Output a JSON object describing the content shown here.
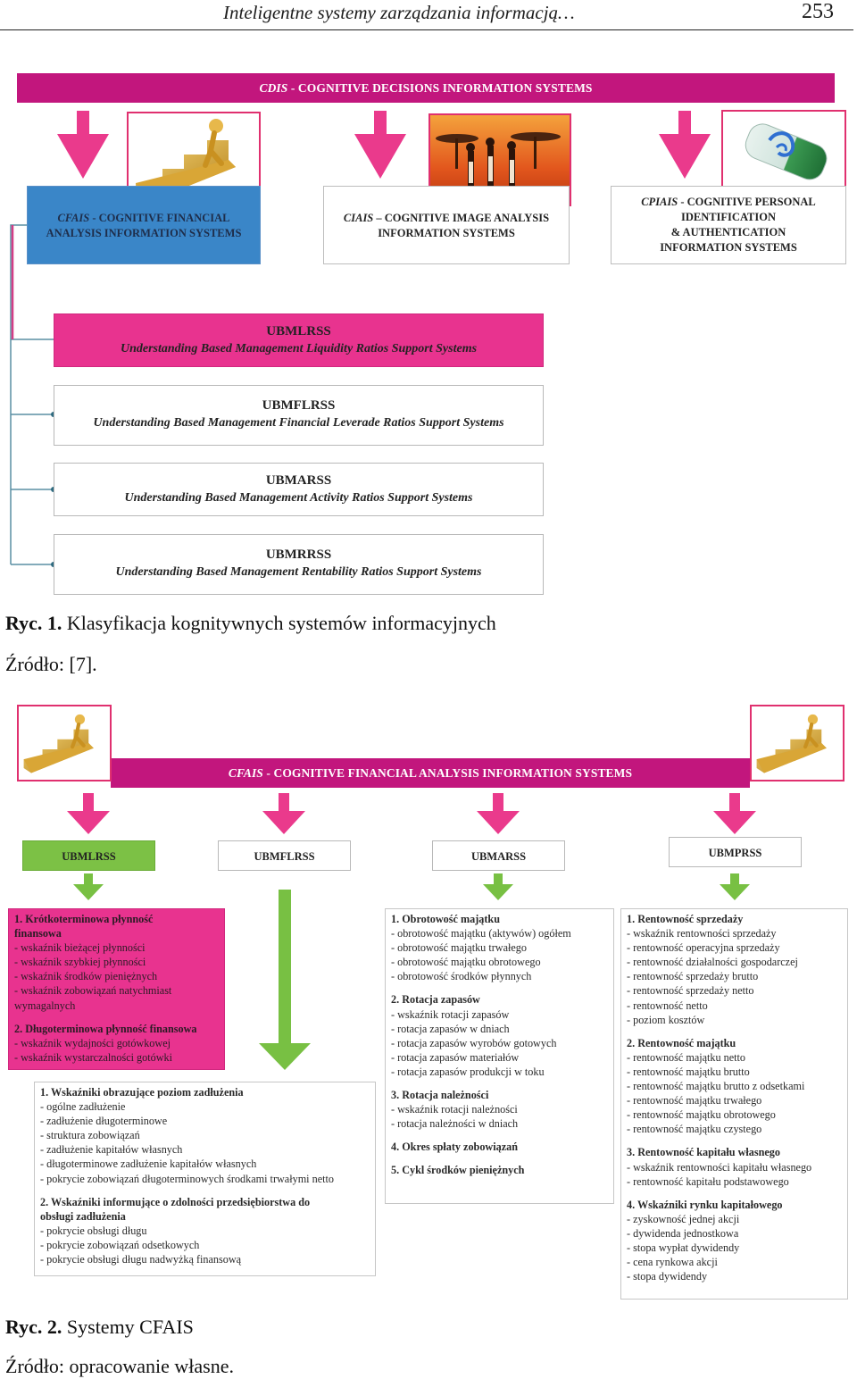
{
  "running_header": {
    "title": "Inteligentne systemy zarządzania informacją…",
    "page": "253"
  },
  "fig1": {
    "banner_acr": "CDIS",
    "banner_rest": " - COGNITIVE DECISIONS INFORMATION SYSTEMS",
    "cfais": {
      "acr": "CFAIS",
      "line1": " - COGNITIVE FINANCIAL",
      "line2": "ANALYSIS INFORMATION SYSTEMS"
    },
    "ciais": {
      "acr": "CIAIS",
      "line1": " – COGNITIVE IMAGE ANALYSIS",
      "line2": "INFORMATION SYSTEMS"
    },
    "cpiais": {
      "acr": "CPIAIS",
      "line1": " - COGNITIVE PERSONAL",
      "line2": "IDENTIFICATION",
      "line3": "& AUTHENTICATION",
      "line4": "INFORMATION SYSTEMS"
    },
    "ratios": [
      {
        "acr": "UBMLRSS",
        "full": "Understanding Based Management Liquidity Ratios Support Systems"
      },
      {
        "acr": "UBMFLRSS",
        "full": "Understanding Based Management Financial Leverade Ratios Support Systems"
      },
      {
        "acr": "UBMARSS",
        "full": "Understanding Based Management Activity Ratios Support Systems"
      },
      {
        "acr": "UBMRRSS",
        "full": "Understanding Based Management Rentability Ratios Support Systems"
      }
    ],
    "caption_label": "Ryc. 1.",
    "caption_text": " Klasyfikacja kognitywnych systemów informacyjnych",
    "source": "Źródło: [7]."
  },
  "fig2": {
    "banner_acr": "CFAIS",
    "banner_rest": " - COGNITIVE FINANCIAL ANALYSIS INFORMATION SYSTEMS",
    "headers": [
      "UBMLRSS",
      "UBMFLRSS",
      "UBMARSS",
      "UBMPRSS"
    ],
    "liquidity": [
      {
        "t": "h",
        "v": "1. Krótkoterminowa płynność"
      },
      {
        "t": "h",
        "v": "finansowa"
      },
      {
        "t": "i",
        "v": "- wskaźnik bieżącej płynności"
      },
      {
        "t": "i",
        "v": "- wskaźnik szybkiej płynności"
      },
      {
        "t": "i",
        "v": "- wskaźnik środków pieniężnych"
      },
      {
        "t": "i",
        "v": "- wskaźnik zobowiązań natychmiast"
      },
      {
        "t": "i",
        "v": "wymagalnych"
      },
      {
        "t": "gap",
        "v": ""
      },
      {
        "t": "h",
        "v": "2. Długoterminowa płynność finansowa"
      },
      {
        "t": "i",
        "v": "- wskaźnik wydajności gotówkowej"
      },
      {
        "t": "i",
        "v": "- wskaźnik wystarczalności gotówki"
      }
    ],
    "leverage": [
      {
        "t": "h",
        "v": "1. Wskaźniki obrazujące poziom zadłużenia"
      },
      {
        "t": "i",
        "v": "- ogólne zadłużenie"
      },
      {
        "t": "i",
        "v": "- zadłużenie długoterminowe"
      },
      {
        "t": "i",
        "v": "- struktura zobowiązań"
      },
      {
        "t": "i",
        "v": "- zadłużenie kapitałów własnych"
      },
      {
        "t": "i",
        "v": "- długoterminowe zadłużenie kapitałów własnych"
      },
      {
        "t": "i",
        "v": "- pokrycie zobowiązań długoterminowych środkami trwałymi netto"
      },
      {
        "t": "gap",
        "v": ""
      },
      {
        "t": "h",
        "v": "2. Wskaźniki informujące o zdolności przedsiębiorstwa do"
      },
      {
        "t": "h",
        "v": "obsługi zadłużenia"
      },
      {
        "t": "i",
        "v": "- pokrycie obsługi długu"
      },
      {
        "t": "i",
        "v": "- pokrycie zobowiązań odsetkowych"
      },
      {
        "t": "i",
        "v": "- pokrycie obsługi długu nadwyżką finansową"
      }
    ],
    "activity": [
      {
        "t": "h",
        "v": "1. Obrotowość majątku"
      },
      {
        "t": "i",
        "v": "- obrotowość majątku (aktywów) ogółem"
      },
      {
        "t": "i",
        "v": "- obrotowość majątku trwałego"
      },
      {
        "t": "i",
        "v": "- obrotowość majątku obrotowego"
      },
      {
        "t": "i",
        "v": "- obrotowość środków płynnych"
      },
      {
        "t": "gap",
        "v": ""
      },
      {
        "t": "h",
        "v": "2. Rotacja zapasów"
      },
      {
        "t": "i",
        "v": "- wskaźnik rotacji zapasów"
      },
      {
        "t": "i",
        "v": "- rotacja zapasów w dniach"
      },
      {
        "t": "i",
        "v": "- rotacja zapasów wyrobów gotowych"
      },
      {
        "t": "i",
        "v": "- rotacja zapasów materiałów"
      },
      {
        "t": "i",
        "v": "- rotacja zapasów produkcji w toku"
      },
      {
        "t": "gap",
        "v": ""
      },
      {
        "t": "h",
        "v": "3. Rotacja należności"
      },
      {
        "t": "i",
        "v": "- wskaźnik rotacji należności"
      },
      {
        "t": "i",
        "v": "- rotacja należności w dniach"
      },
      {
        "t": "gap",
        "v": ""
      },
      {
        "t": "h",
        "v": "4. Okres spłaty zobowiązań"
      },
      {
        "t": "gap",
        "v": ""
      },
      {
        "t": "h",
        "v": "5. Cykl środków pieniężnych"
      }
    ],
    "profitability": [
      {
        "t": "h",
        "v": "1. Rentowność sprzedaży"
      },
      {
        "t": "i",
        "v": "- wskaźnik rentowności sprzedaży"
      },
      {
        "t": "i",
        "v": "- rentowność operacyjna sprzedaży"
      },
      {
        "t": "i",
        "v": "- rentowność działalności gospodarczej"
      },
      {
        "t": "i",
        "v": "- rentowność sprzedaży brutto"
      },
      {
        "t": "i",
        "v": "- rentowność sprzedaży netto"
      },
      {
        "t": "i",
        "v": "- rentowność netto"
      },
      {
        "t": "i",
        "v": "- poziom kosztów"
      },
      {
        "t": "gap",
        "v": ""
      },
      {
        "t": "h",
        "v": "2. Rentowność majątku"
      },
      {
        "t": "i",
        "v": "- rentowność majątku netto"
      },
      {
        "t": "i",
        "v": "- rentowność majątku brutto"
      },
      {
        "t": "i",
        "v": "- rentowność majątku brutto z odsetkami"
      },
      {
        "t": "i",
        "v": "- rentowność majątku trwałego"
      },
      {
        "t": "i",
        "v": "- rentowność majątku obrotowego"
      },
      {
        "t": "i",
        "v": "- rentowność majątku czystego"
      },
      {
        "t": "gap",
        "v": ""
      },
      {
        "t": "h",
        "v": "3. Rentowność kapitału własnego"
      },
      {
        "t": "i",
        "v": "- wskaźnik rentowności kapitału własnego"
      },
      {
        "t": "i",
        "v": "- rentowność kapitału podstawowego"
      },
      {
        "t": "gap",
        "v": ""
      },
      {
        "t": "h",
        "v": "4. Wskaźniki rynku kapitałowego"
      },
      {
        "t": "i",
        "v": "- zyskowność jednej akcji"
      },
      {
        "t": "i",
        "v": "- dywidenda jednostkowa"
      },
      {
        "t": "i",
        "v": "- stopa wypłat dywidendy"
      },
      {
        "t": "i",
        "v": "- cena rynkowa akcji"
      },
      {
        "t": "i",
        "v": "- stopa dywidendy"
      }
    ],
    "caption_label": "Ryc. 2.",
    "caption_text": " Systemy CFAIS",
    "source": "Źródło: opracowanie własne."
  },
  "colors": {
    "magenta_banner": "#c2167d",
    "pink_box": "#e8338f",
    "blue_box": "#3a86c8",
    "green": "#7cc145",
    "arrow_pink": "#ea3a8c",
    "arrow_green": "#78c043"
  },
  "icons": [
    "pink-down-arrow-icon",
    "green-down-arrow-icon",
    "gold-figure-stairs-icon",
    "african-landscape-icon",
    "fingerprint-card-icon"
  ]
}
